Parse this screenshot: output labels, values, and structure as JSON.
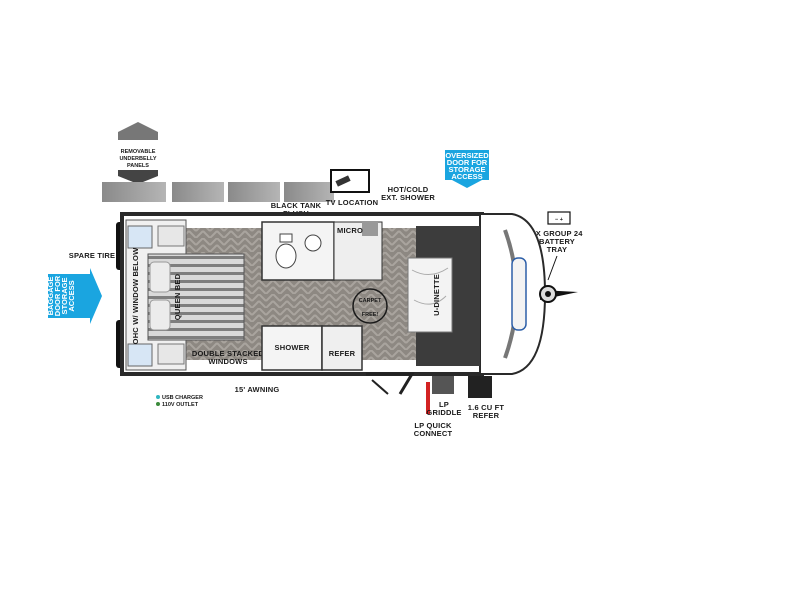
{
  "labels": {
    "removable_panels": [
      "REMOVABLE",
      "UNDERBELLY",
      "PANELS"
    ],
    "black_tank": [
      "BLACK TANK",
      "FLUSH"
    ],
    "tv_location": "TV LOCATION",
    "hot_cold_shower": [
      "HOT/COLD",
      "EXT. SHOWER"
    ],
    "oversized_door": [
      "OVERSIZED",
      "DOOR FOR",
      "STORAGE",
      "ACCESS"
    ],
    "micro": "MICRO",
    "battery": [
      "2X GROUP 24",
      "BATTERY",
      "TRAY"
    ],
    "battery_symbols": "−  +",
    "spare_tire": "SPARE TIRE",
    "baggage_door": [
      "BAGGAGE",
      "DOOR FOR",
      "STORAGE",
      "ACCESS"
    ],
    "ohc_window": "OHC W/ WINDOW BELOW",
    "queen_bed": "QUEEN BED",
    "carpet_free": [
      "CARPET",
      "FREE!"
    ],
    "u_dinette": "U-DINETTE",
    "shower": "SHOWER",
    "refer": "REFER",
    "double_windows": [
      "DOUBLE STACKED",
      "WINDOWS"
    ],
    "awning": "15' AWNING",
    "lp_griddle": [
      "LP",
      "GRIDDLE"
    ],
    "refer_ext": [
      "1.6 CU FT",
      "REFER"
    ],
    "lp_quick": [
      "LP QUICK",
      "CONNECT"
    ],
    "legend_usb": "USB CHARGER",
    "legend_110": "110V OUTLET"
  },
  "colors": {
    "callout_blue": "#1aa5e0",
    "wall": "#2a2a2a",
    "floor": "#8a8580",
    "dinette": "#3c3c3c",
    "bed_stripe": "#7a7a7a",
    "usb_dot": "#2fb6c0",
    "outlet_dot": "#3b8a3b"
  }
}
